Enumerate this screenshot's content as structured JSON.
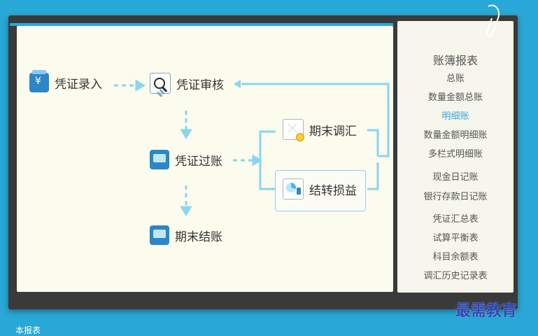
{
  "main": {
    "nodes": {
      "voucher_entry": "凭证录入",
      "voucher_review": "凭证审核",
      "voucher_post": "凭证过账",
      "period_close": "期末结账",
      "period_adjust": "期末调汇",
      "transfer_pl": "结转损益"
    }
  },
  "right_panel": {
    "title": "账簿报表",
    "items": [
      {
        "label": "总账"
      },
      {
        "label": "数量金额总账"
      },
      {
        "label": "明细账"
      },
      {
        "label": "数量金额明细账"
      },
      {
        "label": "多栏式明细账"
      },
      {
        "label": "现金日记账"
      },
      {
        "label": "银行存款日记账"
      },
      {
        "label": "凭证汇总表"
      },
      {
        "label": "试算平衡表"
      },
      {
        "label": "科目余额表"
      },
      {
        "label": "调汇历史记录表"
      }
    ],
    "active_item": "明细账"
  },
  "watermark": {
    "text": "最需教育"
  },
  "bottom": {
    "text": "本报表"
  },
  "colors": {
    "background": "#29a7d6",
    "accent": "#2aa9dc",
    "panel": "#fbfbee",
    "active_link": "#3aa6e0"
  },
  "icons": {
    "voucher_entry": "calendar-icon",
    "voucher_review": "magnifier-doc-icon",
    "voucher_post": "monitor-icon",
    "period_close": "computer-icon",
    "period_adjust": "mail-coin-icon",
    "transfer_pl": "chart-icon",
    "paperclip": "paperclip-icon"
  }
}
